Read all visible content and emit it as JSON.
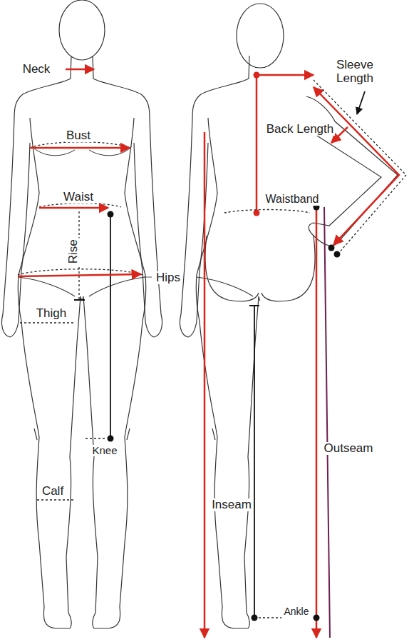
{
  "diagram": {
    "labels": [
      "Neck",
      "Bust",
      "Waist",
      "Rise",
      "Hips",
      "Thigh",
      "Knee",
      "Calf",
      "Sleeve Length",
      "Back Length",
      "Waistband",
      "Outseam",
      "Inseam",
      "Ankle"
    ]
  }
}
